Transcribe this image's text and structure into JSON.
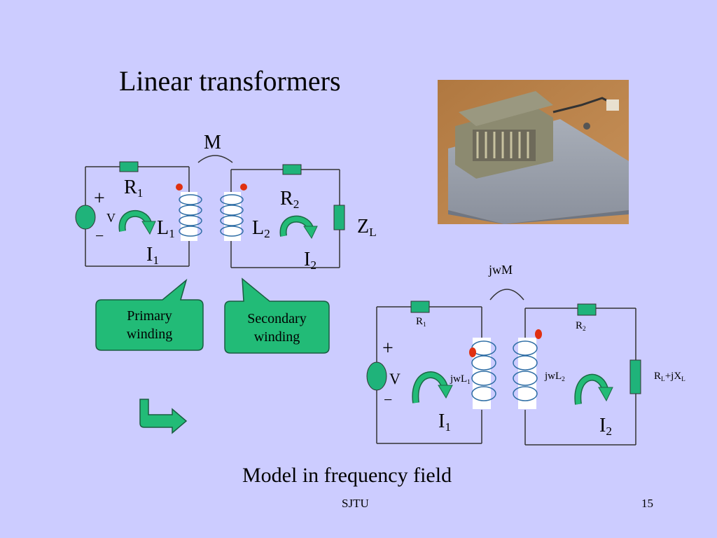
{
  "title": "Linear transformers",
  "caption": "Model in frequency field",
  "footer": {
    "left": "SJTU",
    "page": "15"
  },
  "colors": {
    "background": "#ccccff",
    "component_green": "#1fb37a",
    "dot_red": "#e03010",
    "coil_blue": "#2f6ea5",
    "callout_fill": "#22bb77"
  },
  "photo": {
    "icon": "transformer-photo"
  },
  "circuit_top": {
    "mutual": "M",
    "r1": {
      "main": "R",
      "sub": "1"
    },
    "r2": {
      "main": "R",
      "sub": "2"
    },
    "l1": {
      "main": "L",
      "sub": "1"
    },
    "l2": {
      "main": "L",
      "sub": "2"
    },
    "i1": {
      "main": "I",
      "sub": "1"
    },
    "i2": {
      "main": "I",
      "sub": "2"
    },
    "zl": {
      "main": "Z",
      "sub": "L"
    },
    "v": "V",
    "plus": "+",
    "minus": "−"
  },
  "callouts": {
    "primary": {
      "line1": "Primary",
      "line2": "winding"
    },
    "secondary": {
      "line1": "Secondary",
      "line2": "winding"
    }
  },
  "circuit_bottom": {
    "mutual": "jwM",
    "r1": {
      "main": "R",
      "sub": "1"
    },
    "r2": {
      "main": "R",
      "sub": "2"
    },
    "l1": {
      "main": "jwL",
      "sub": "1"
    },
    "l2": {
      "main": "jwL",
      "sub": "2"
    },
    "i1": {
      "main": "I",
      "sub": "1"
    },
    "i2": {
      "main": "I",
      "sub": "2"
    },
    "load": {
      "a": "R",
      "a_sub": "L",
      "mid": "+jX",
      "b_sub": "L"
    },
    "v": "V",
    "plus": "+",
    "minus": "−"
  }
}
